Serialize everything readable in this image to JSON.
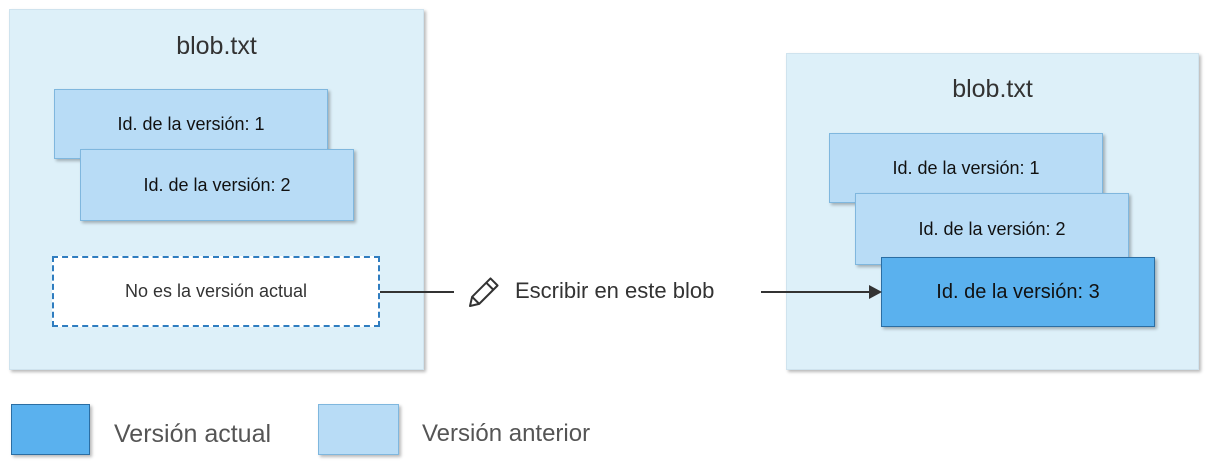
{
  "left_panel": {
    "title": "blob.txt",
    "versions": [
      "Id. de la versión: 1",
      "Id. de la versión: 2"
    ],
    "not_current_label": "No es la versión actual"
  },
  "action": {
    "label": "Escribir en este blob",
    "icon": "pencil-icon"
  },
  "right_panel": {
    "title": "blob.txt",
    "versions": [
      "Id. de la versión: 1",
      "Id. de la versión: 2"
    ],
    "current_version": "Id. de la versión: 3"
  },
  "legend": {
    "current_label": "Versión actual",
    "previous_label": "Versión anterior"
  },
  "colors": {
    "panel_background": "#ddf0f9",
    "previous_version": "#b8dcf6",
    "current_version": "#5ab1ee",
    "dashed_border": "#2f7dc0"
  }
}
